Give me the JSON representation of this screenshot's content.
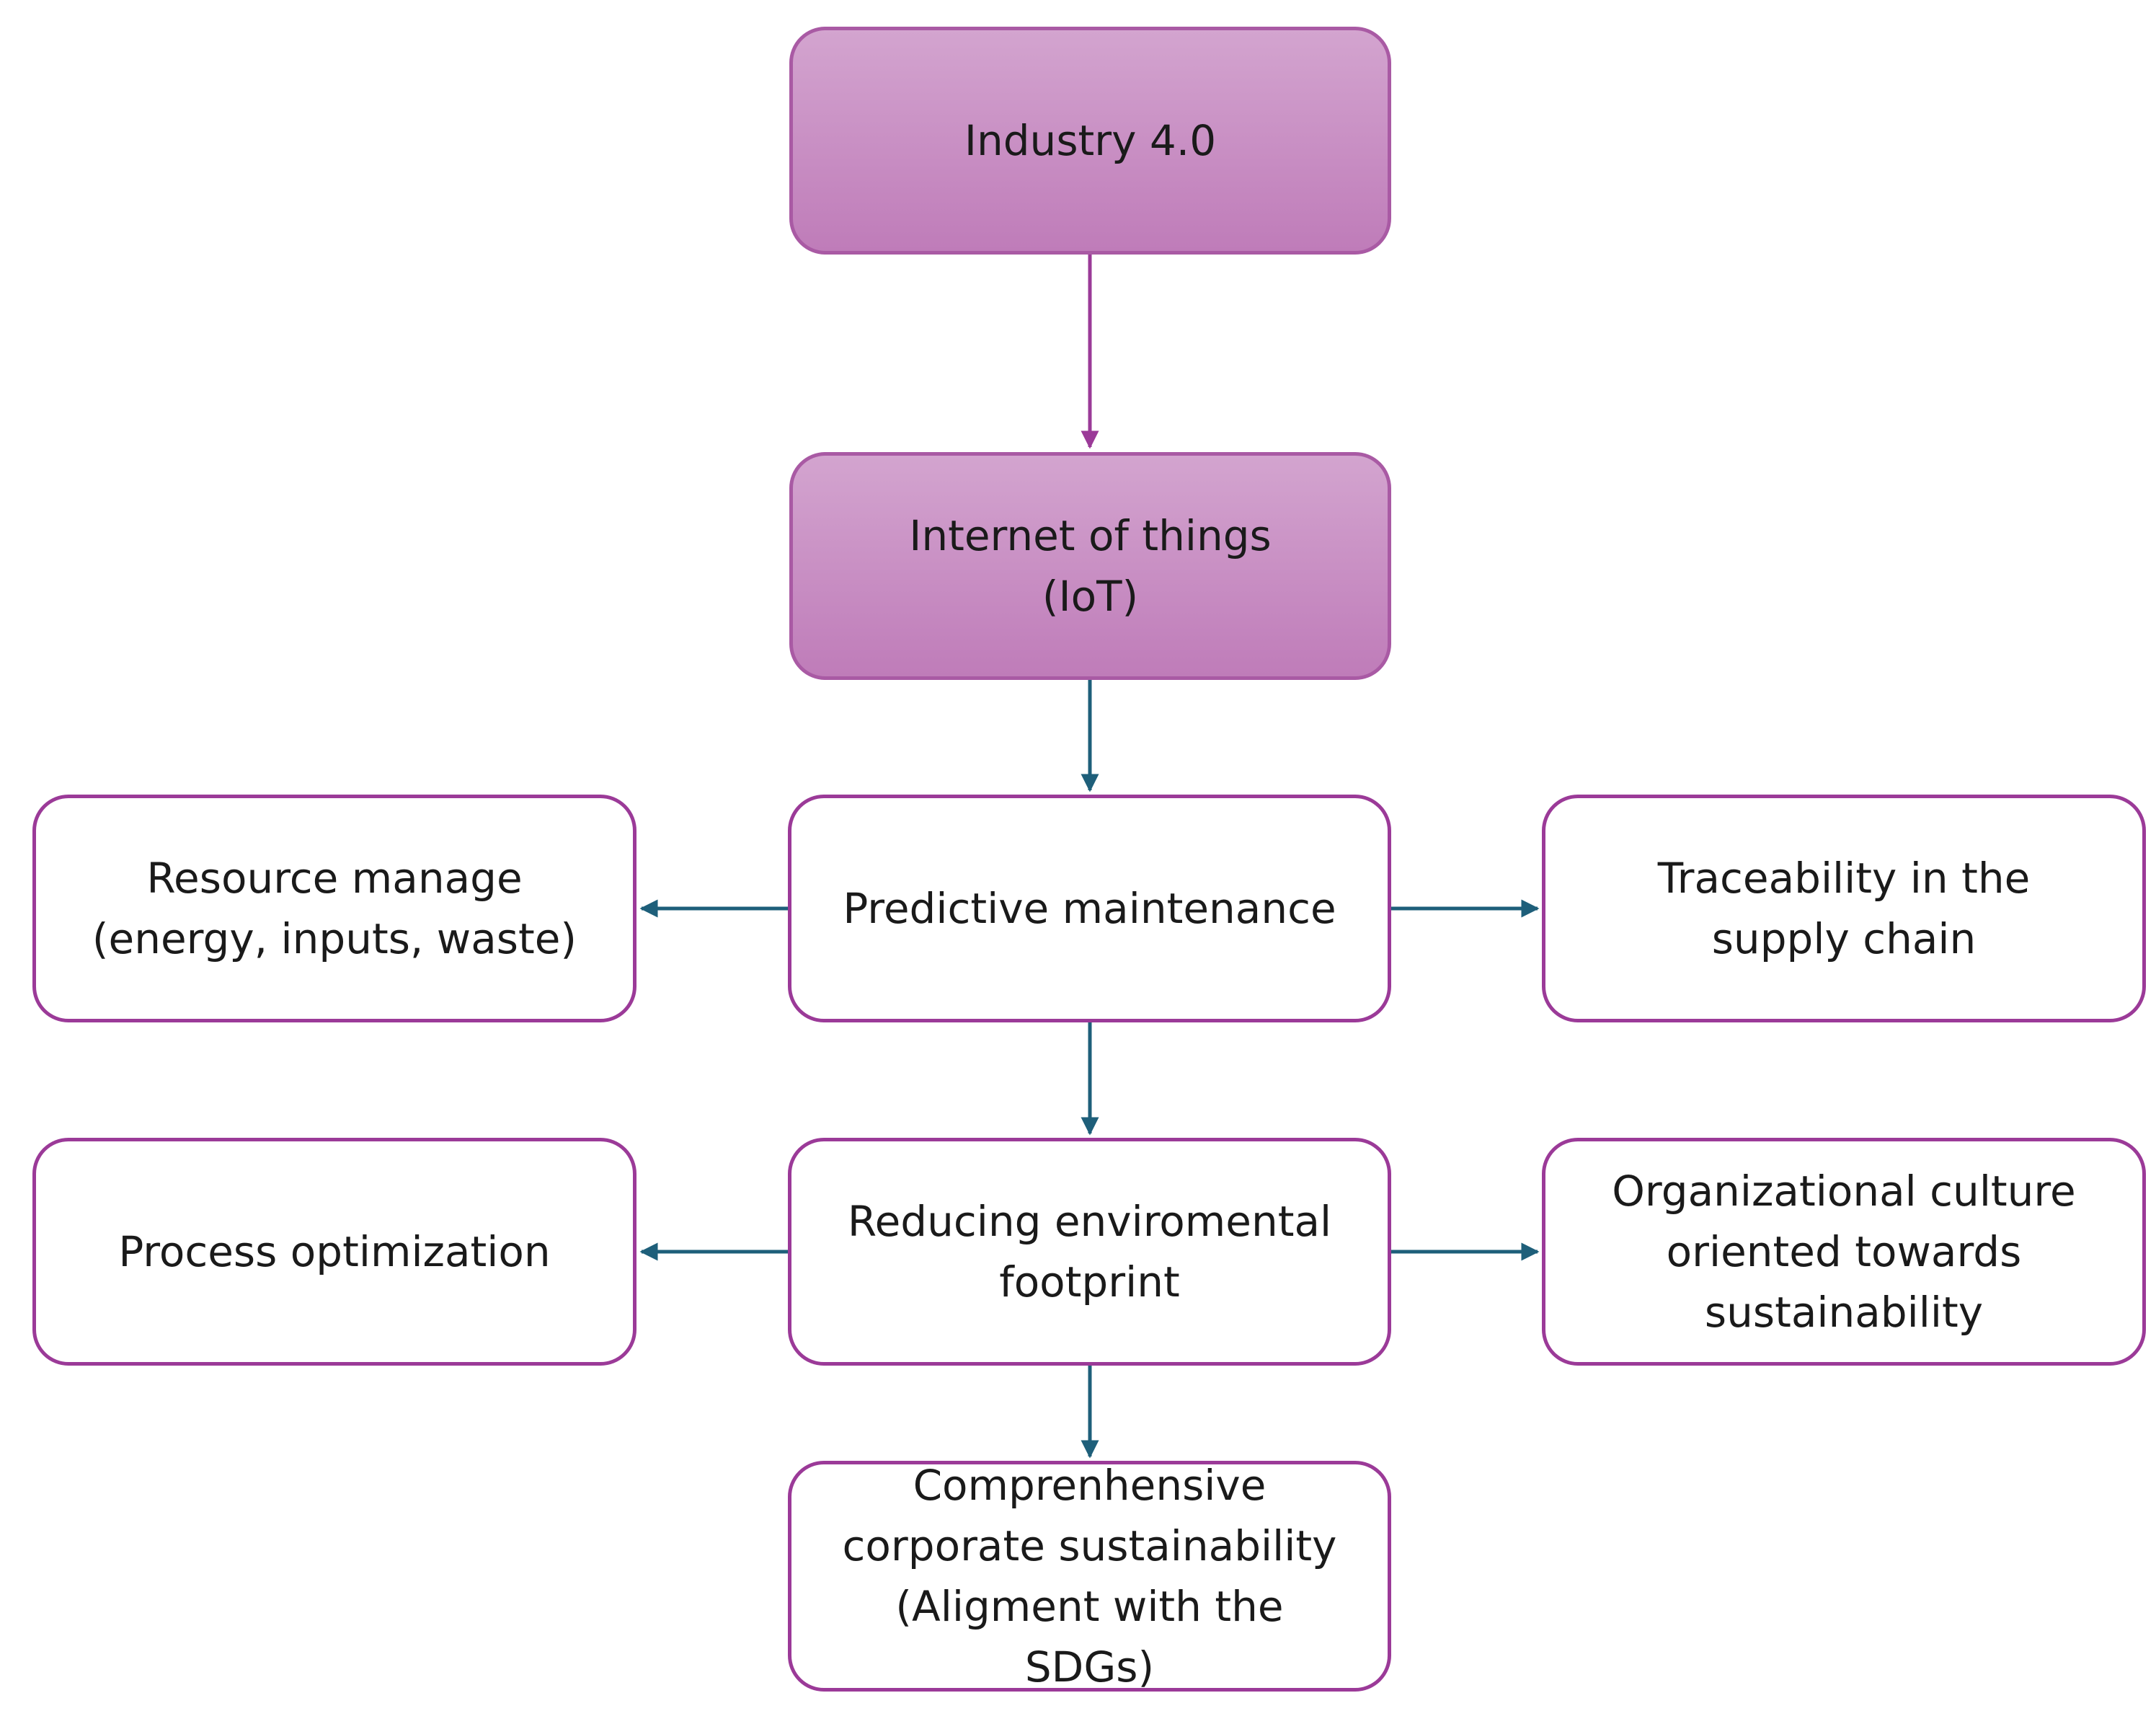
{
  "colors": {
    "filled_top": "#d3a4cf",
    "filled_bottom": "#bf7cb9",
    "box_border": "#9b3a98",
    "arrow_purple": "#9b3a98",
    "arrow_teal": "#1e5f7a"
  },
  "nodes": {
    "industry": "Industry 4.0",
    "iot": "Internet of things\n(IoT)",
    "predictive": "Predictive maintenance",
    "resource": "Resource manage\n(energy, inputs, waste)",
    "traceability": "Traceability in the\nsupply chain",
    "reducing": "Reducing enviromental\nfootprint",
    "process": "Process optimization",
    "culture": "Organizational culture\noriented towards\nsustainability",
    "comprehensive": "Comprenhensive\ncorporate sustainability\n(Aligment with the\nSDGs)"
  }
}
